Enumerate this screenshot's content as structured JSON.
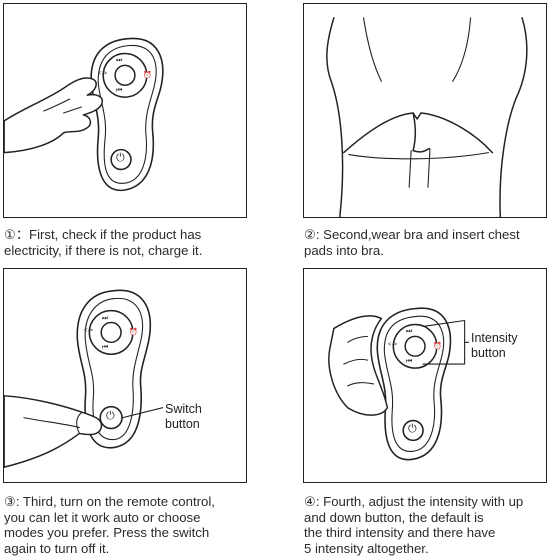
{
  "steps": [
    {
      "text": "①：First, check if the product has\nelectricity, if there is not, charge it."
    },
    {
      "text": "②: Second,wear bra and insert chest\npads into bra."
    },
    {
      "text": "③: Third, turn on the remote control,\nyou can let it work auto or choose\nmodes you prefer. Press the switch\nagain to turn off it."
    },
    {
      "text": "④: Fourth, adjust the intensity with up\nand down button, the default is\nthe third intensity and there have\n5 intensity altogether."
    }
  ],
  "callouts": {
    "switch": "Switch\nbutton",
    "intensity": "Intensity\nbutton"
  },
  "icons": {
    "next": "⏭",
    "prev": "⏮",
    "mode": "<·>",
    "timer": "⏰",
    "power": "⏻"
  }
}
